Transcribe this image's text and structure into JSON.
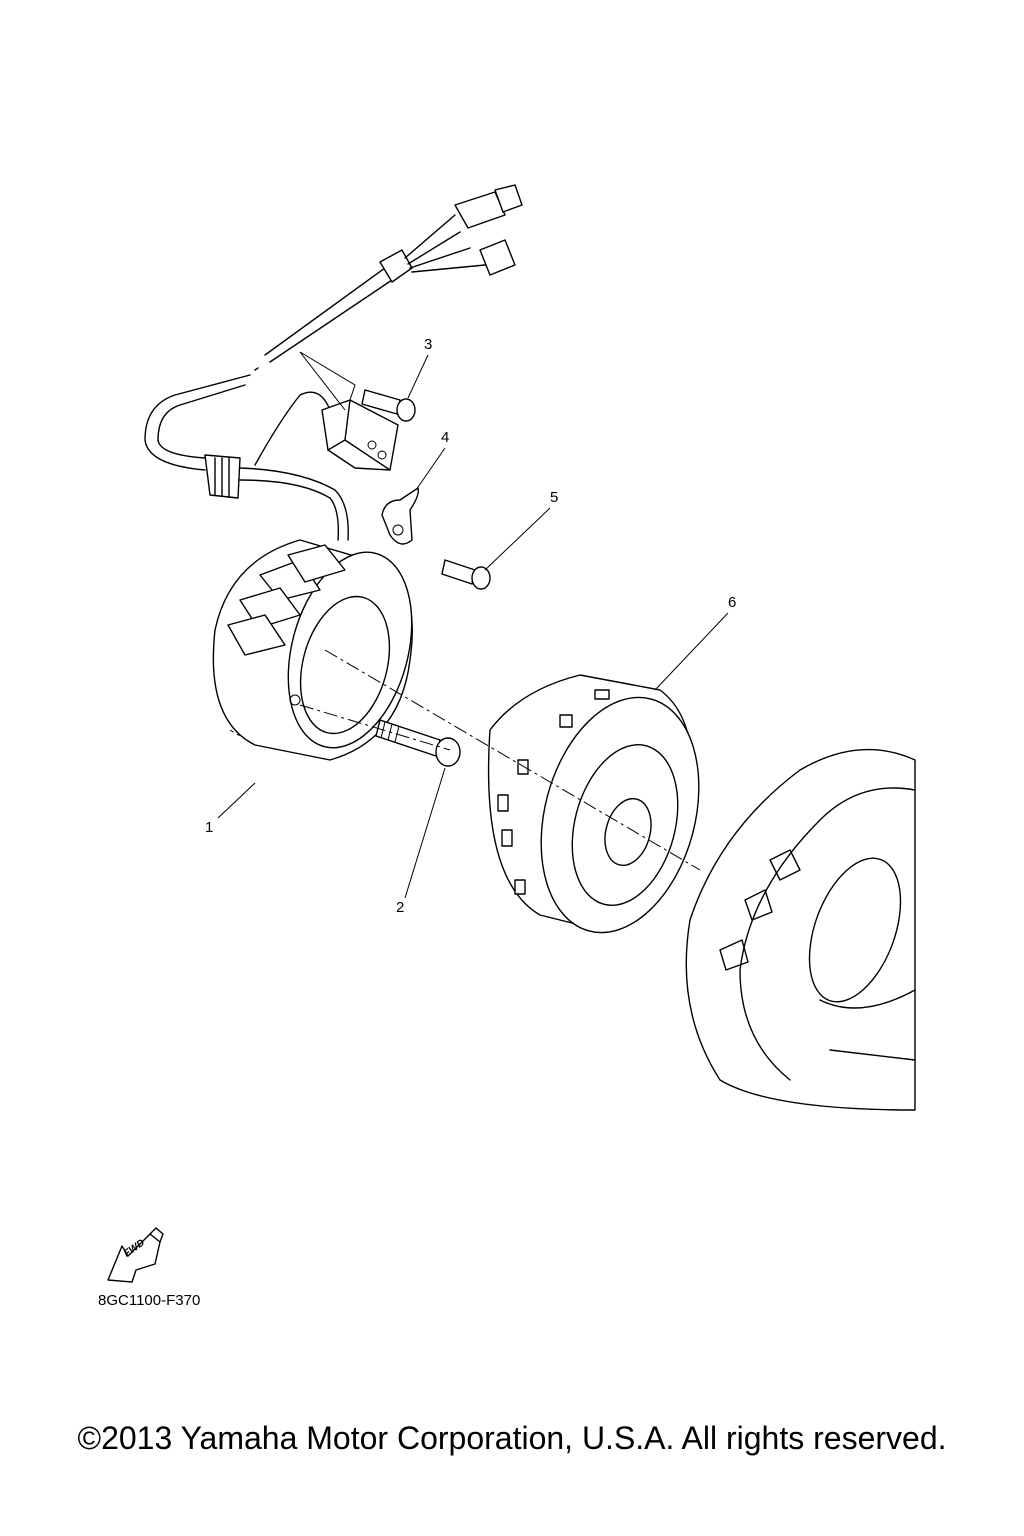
{
  "callouts": {
    "c1": "1",
    "c2": "2",
    "c3": "3",
    "c4": "4",
    "c5": "5",
    "c6": "6"
  },
  "fwd_label": "FWD",
  "diagram_code": "8GC1100-F370",
  "copyright": "©2013 Yamaha Motor Corporation, U.S.A. All rights reserved."
}
